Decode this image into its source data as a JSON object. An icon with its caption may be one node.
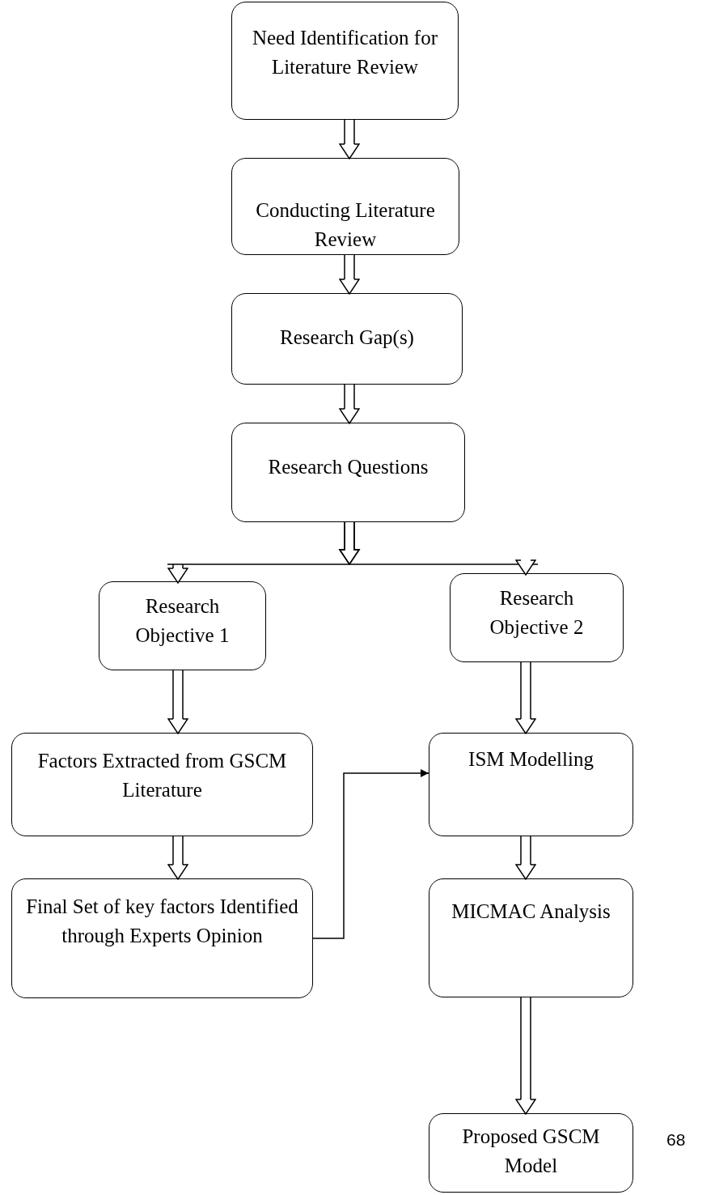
{
  "diagram": {
    "nodes": [
      {
        "text": [
          "Need Identification for Literature Review"
        ]
      },
      {
        "text": [
          "Conducting Literature Review"
        ]
      },
      {
        "text": [
          "Research Gap(s)"
        ]
      },
      {
        "text": [
          "Research Questions"
        ]
      },
      {
        "text": [
          "Research Objective 1"
        ]
      },
      {
        "text": [
          "Research Objective 2"
        ]
      },
      {
        "text": [
          "Factors Extracted from GSCM Literature"
        ]
      },
      {
        "text": [
          "Final Set of key factors Identified through Experts Opinion"
        ]
      },
      {
        "text": [
          "ISM Modelling"
        ]
      },
      {
        "text": [
          "MICMAC Analysis"
        ]
      },
      {
        "text": [
          "Proposed GSCM Model"
        ]
      }
    ],
    "edges": [
      {
        "from": 0,
        "to": 1,
        "arrow": "to"
      },
      {
        "from": 1,
        "to": 2,
        "arrow": "to"
      },
      {
        "from": 2,
        "to": 3,
        "arrow": "to"
      },
      {
        "from": 3,
        "to": 4,
        "arrow": "to"
      },
      {
        "from": 3,
        "to": 5,
        "arrow": "to"
      },
      {
        "from": 4,
        "to": 6,
        "arrow": "to"
      },
      {
        "from": 5,
        "to": 8,
        "arrow": "to"
      },
      {
        "from": 6,
        "to": 7,
        "arrow": "to"
      },
      {
        "from": 8,
        "to": 9,
        "arrow": "to"
      },
      {
        "from": 9,
        "to": 10,
        "arrow": "to"
      },
      {
        "from": 7,
        "to": 8,
        "arrow": "to"
      }
    ],
    "labels": [
      "68"
    ]
  }
}
